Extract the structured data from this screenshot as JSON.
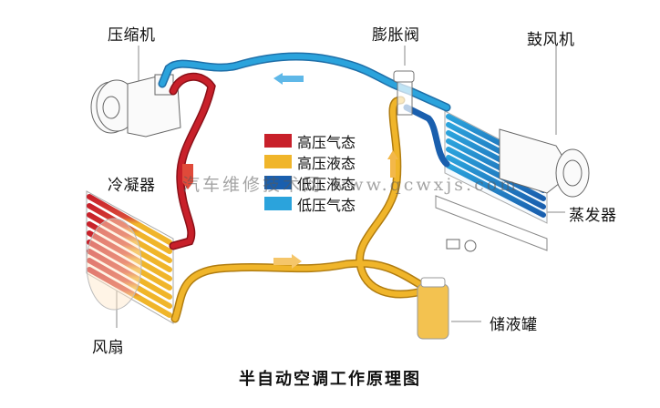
{
  "title": "半自动空调工作原理图",
  "components": {
    "compressor": "压缩机",
    "expansion_valve": "膨胀阀",
    "blower": "鼓风机",
    "condenser": "冷凝器",
    "evaporator": "蒸发器",
    "fan": "风扇",
    "receiver_drier": "储液罐"
  },
  "legend": [
    {
      "label": "高压气态",
      "color": "#c8202a"
    },
    {
      "label": "高压液态",
      "color": "#f0b52a"
    },
    {
      "label": "低压液态",
      "color": "#1a5fae"
    },
    {
      "label": "低压气态",
      "color": "#2ba3dc"
    }
  ],
  "colors": {
    "high_pressure_gas": "#c8202a",
    "high_pressure_liquid": "#f0b52a",
    "low_pressure_liquid": "#1a5fae",
    "low_pressure_gas": "#2ba3dc"
  },
  "watermark": "汽车维修技术网 www.qcwxjs.com"
}
